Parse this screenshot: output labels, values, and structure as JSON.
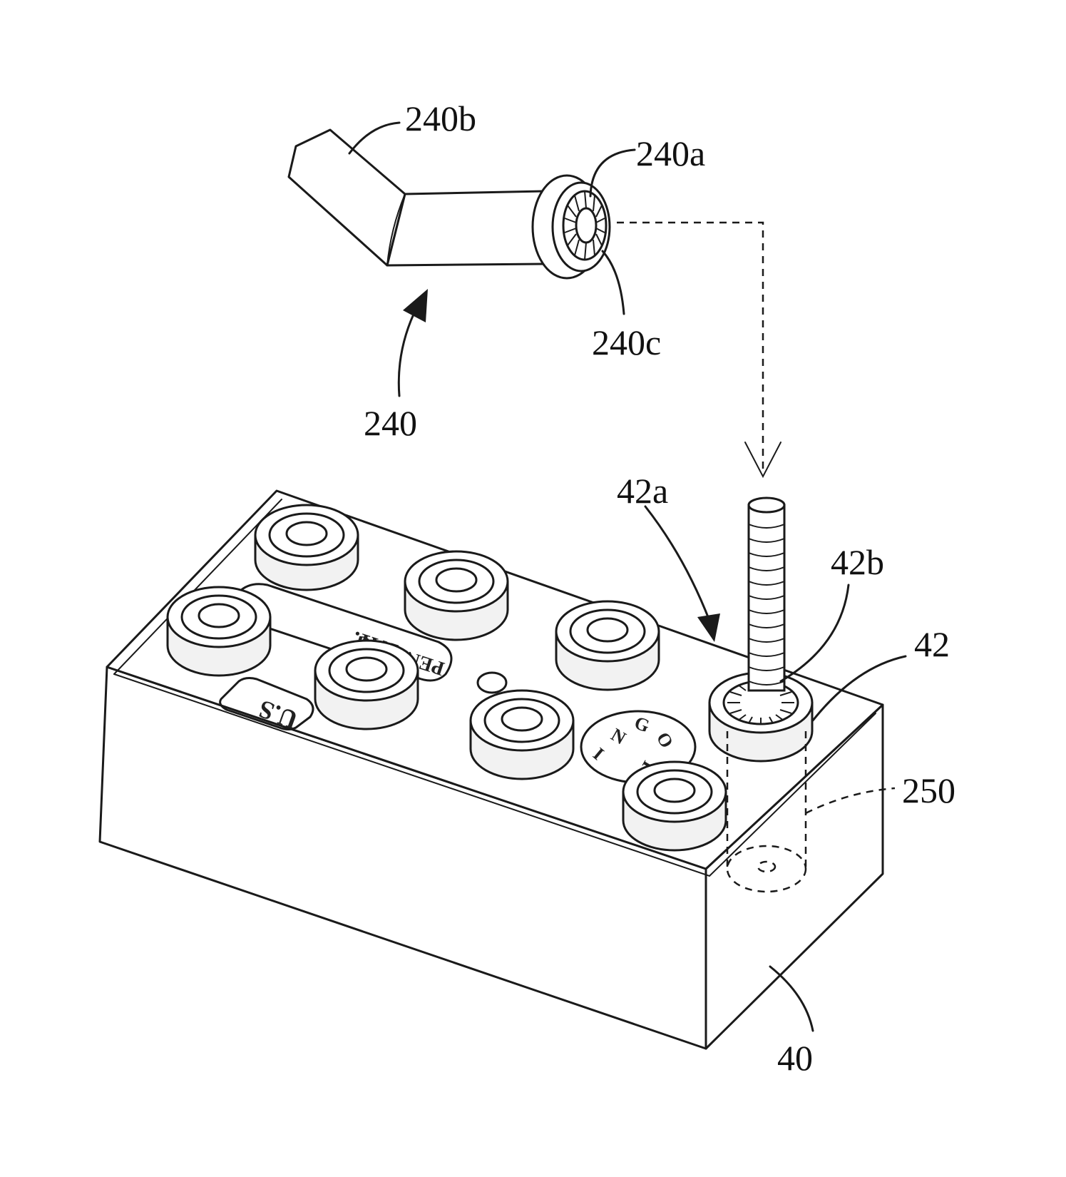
{
  "labels": {
    "l240b": "240b",
    "l240a": "240a",
    "l240c": "240c",
    "l240": "240",
    "l42a": "42a",
    "l42b": "42b",
    "l42": "42",
    "l250": "250",
    "l40": "40"
  },
  "embossed": {
    "us": "U.S",
    "pat": "PAT.",
    "pending": "PENDING",
    "logo_letters": [
      "I",
      "N",
      "G",
      "O",
      "K"
    ]
  }
}
